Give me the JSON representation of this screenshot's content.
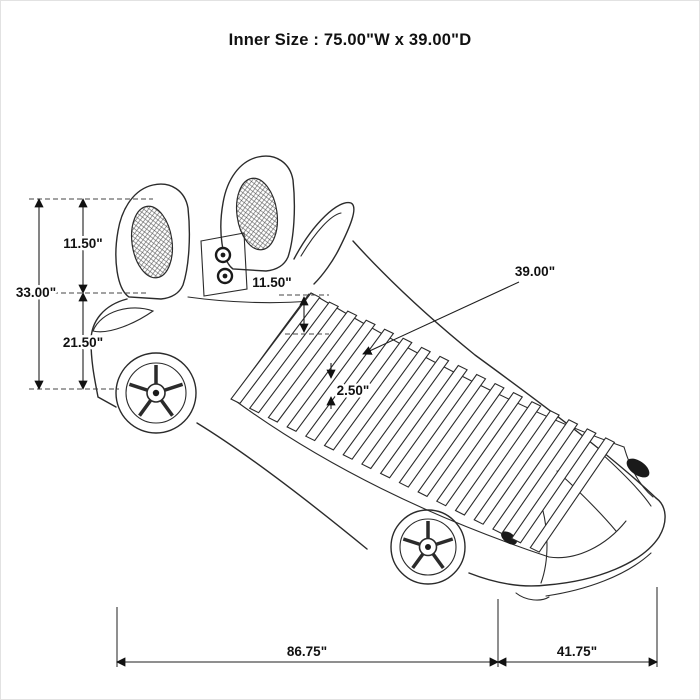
{
  "page": {
    "title": "Inner Size : 75.00\"W x 39.00\"D"
  },
  "dimensions": {
    "left_segment_upper": "11.50\"",
    "left_overall": "33.00\"",
    "left_segment_lower": "21.50\"",
    "headboard_clearance": "11.50\"",
    "slat_length": "39.00\"",
    "slat_gap": "2.50\"",
    "base_length": "86.75\"",
    "nose_length": "41.75\""
  }
}
